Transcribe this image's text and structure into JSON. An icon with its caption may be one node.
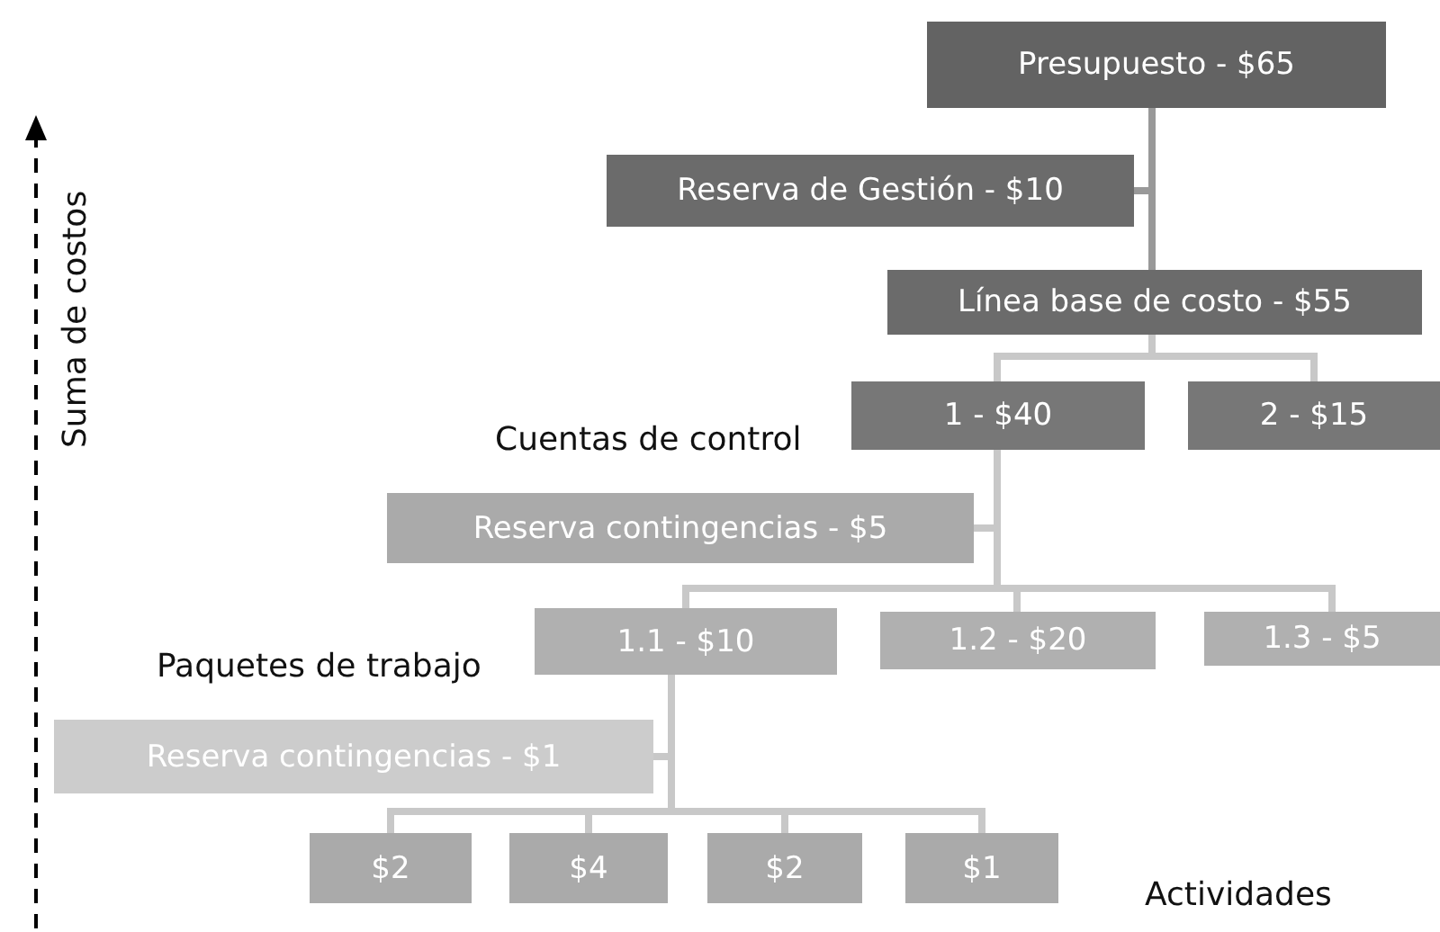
{
  "diagram": {
    "nodes": [
      {
        "text": [
          "Presupuesto - $65"
        ]
      },
      {
        "text": [
          "Reserva de Gestión - $10"
        ]
      },
      {
        "text": [
          "Línea base de costo - $55"
        ]
      },
      {
        "text": [
          "1 - $40"
        ]
      },
      {
        "text": [
          "2 - $15"
        ]
      },
      {
        "text": [
          "Reserva contingencias - $5"
        ]
      },
      {
        "text": [
          "1.1 - $10"
        ]
      },
      {
        "text": [
          "1.2 - $20"
        ]
      },
      {
        "text": [
          "1.3 - $5"
        ]
      },
      {
        "text": [
          "Reserva contingencias - $1"
        ]
      },
      {
        "text": [
          "$2"
        ]
      },
      {
        "text": [
          "$4"
        ]
      },
      {
        "text": [
          "$2"
        ]
      },
      {
        "text": [
          "$1"
        ]
      }
    ],
    "edges": [
      {
        "from": 0,
        "to": 1,
        "arrow": "none",
        "color": "#999999"
      },
      {
        "from": 0,
        "to": 2,
        "arrow": "none",
        "color": "#999999"
      },
      {
        "from": 2,
        "to": 3,
        "arrow": "none"
      },
      {
        "from": 2,
        "to": 4,
        "arrow": "none"
      },
      {
        "from": 3,
        "to": 5,
        "arrow": "none"
      },
      {
        "from": 3,
        "to": 6,
        "arrow": "none"
      },
      {
        "from": 3,
        "to": 7,
        "arrow": "none"
      },
      {
        "from": 3,
        "to": 8,
        "arrow": "none"
      },
      {
        "from": 6,
        "to": 9,
        "arrow": "none"
      },
      {
        "from": 6,
        "to": 10,
        "arrow": "none"
      },
      {
        "from": 6,
        "to": 11,
        "arrow": "none"
      },
      {
        "from": 6,
        "to": 12,
        "arrow": "none"
      },
      {
        "from": 6,
        "to": 13,
        "arrow": "none"
      }
    ],
    "labels": [
      "Suma de costos",
      "Cuentas de control",
      "Paquetes de trabajo",
      "Actividades"
    ]
  }
}
